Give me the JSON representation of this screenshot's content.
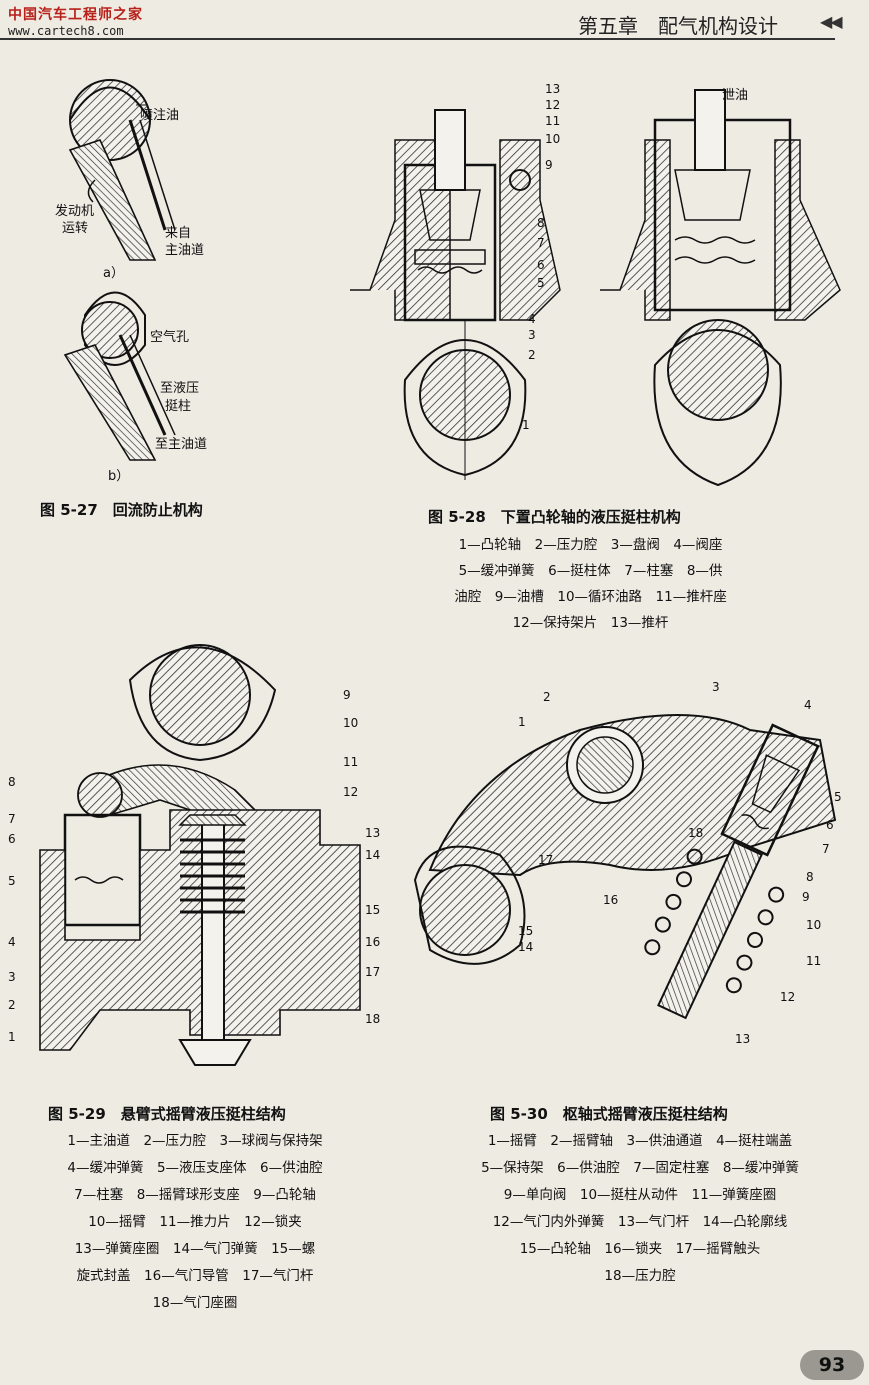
{
  "header": {
    "logo": "中国汽车工程师之家",
    "url": "www.cartech8.com",
    "chapter": "第五章　配气机构设计",
    "arrows": "◀◀"
  },
  "fig27": {
    "a_labels": {
      "spray": "喷注油",
      "engine_rot_1": "发动机",
      "engine_rot_2": "运转",
      "from_1": "来自",
      "from_2": "主油道",
      "sub": "a）"
    },
    "b_labels": {
      "air_hole": "空气孔",
      "to_lifter_1": "至液压",
      "to_lifter_2": "挺柱",
      "to_main": "至主油道",
      "sub": "b）"
    },
    "caption": "图 5-27　回流防止机构"
  },
  "fig28": {
    "caption": "图 5-28　下置凸轮轴的液压挺柱机构",
    "legend": [
      "1—凸轮轴　2—压力腔　3—盘阀　4—阀座",
      "5—缓冲弹簧　6—挺柱体　7—柱塞　8—供",
      "油腔　9—油槽　10—循环油路　11—推杆座",
      "12—保持架片　13—推杆"
    ],
    "left_numbers": [
      "13",
      "12",
      "11",
      "10",
      "9",
      "8",
      "7",
      "6",
      "5",
      "4",
      "3",
      "2",
      "1"
    ],
    "right_label": "泄油"
  },
  "fig29": {
    "caption": "图 5-29　悬臂式摇臂液压挺柱结构",
    "legend": [
      "1—主油道　2—压力腔　3—球阀与保持架",
      "4—缓冲弹簧　5—液压支座体　6—供油腔",
      "7—柱塞　8—摇臂球形支座　9—凸轮轴",
      "10—摇臂　11—推力片　12—锁夹",
      "13—弹簧座圈　14—气门弹簧　15—螺",
      "旋式封盖　16—气门导管　17—气门杆",
      "18—气门座圈"
    ],
    "numbers_left": [
      "8",
      "7",
      "6",
      "5",
      "4",
      "3",
      "2",
      "1"
    ],
    "numbers_right": [
      "9",
      "10",
      "11",
      "12",
      "13",
      "14",
      "15",
      "16",
      "17",
      "18"
    ]
  },
  "fig30": {
    "caption": "图 5-30　枢轴式摇臂液压挺柱结构",
    "legend": [
      "1—摇臂　2—摇臂轴　3—供油通道　4—挺柱端盖",
      "5—保持架　6—供油腔　7—固定柱塞　8—缓冲弹簧",
      "9—单向阀　10—挺柱从动件　11—弹簧座圈",
      "12—气门内外弹簧　13—气门杆　14—凸轮廓线",
      "15—凸轮轴　16—锁夹　17—摇臂触头",
      "18—压力腔"
    ],
    "numbers": [
      "1",
      "2",
      "3",
      "4",
      "5",
      "6",
      "7",
      "8",
      "9",
      "10",
      "11",
      "12",
      "13",
      "14",
      "15",
      "16",
      "17",
      "18"
    ]
  },
  "page_number": "93",
  "colors": {
    "ink": "#111111",
    "hatch": "#444444",
    "paper": "#eeebe3",
    "logo_red": "#b8201a"
  }
}
